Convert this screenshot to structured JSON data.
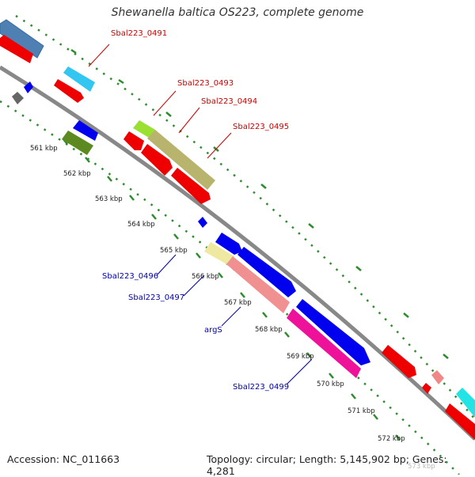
{
  "title": "Shewanella baltica OS223, complete genome",
  "footer": {
    "accession": "Accession: NC_011663",
    "summary": "Topology: circular; Length: 5,145,902 bp; Genes: 4,281"
  },
  "ruler_labels": [
    "561 kbp",
    "562 kbp",
    "563 kbp",
    "564 kbp",
    "565 kbp",
    "566 kbp",
    "567 kbp",
    "568 kbp",
    "569 kbp",
    "570 kbp",
    "571 kbp",
    "572 kbp",
    "573 kbp"
  ],
  "gene_labels": {
    "sbal0491": "Sbal223_0491",
    "sbal0493": "Sbal223_0493",
    "sbal0494": "Sbal223_0494",
    "sbal0495": "Sbal223_0495",
    "sbal0496": "Sbal223_0496",
    "sbal0497": "Sbal223_0497",
    "args": "argS",
    "sbal0499": "Sbal223_0499"
  },
  "colors": {
    "forward_label": "#cc0000",
    "reverse_label": "#0000aa",
    "backbone": "#888888",
    "ruler_tick": "#2e8b2e"
  }
}
